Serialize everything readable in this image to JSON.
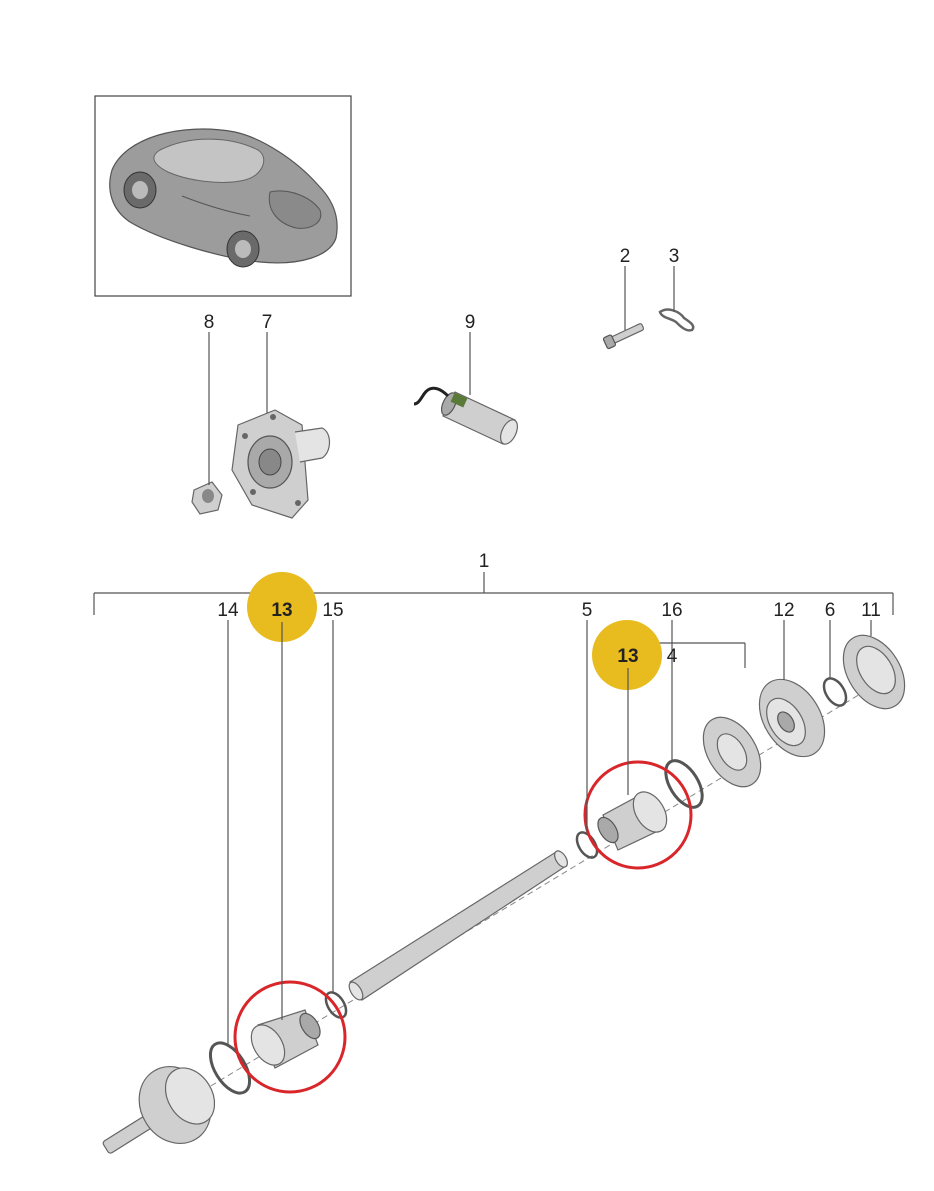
{
  "callouts": {
    "c1": "1",
    "c2": "2",
    "c3": "3",
    "c4": "4",
    "c5": "5",
    "c6": "6",
    "c7": "7",
    "c8": "8",
    "c9": "9",
    "c11": "11",
    "c12": "12",
    "c13a": "13",
    "c13b": "13",
    "c14": "14",
    "c15": "15",
    "c16": "16"
  },
  "colors": {
    "highlight_fill": "#e8bb1f",
    "highlight_ring": "#d8262b"
  },
  "highlighted_part": "13"
}
